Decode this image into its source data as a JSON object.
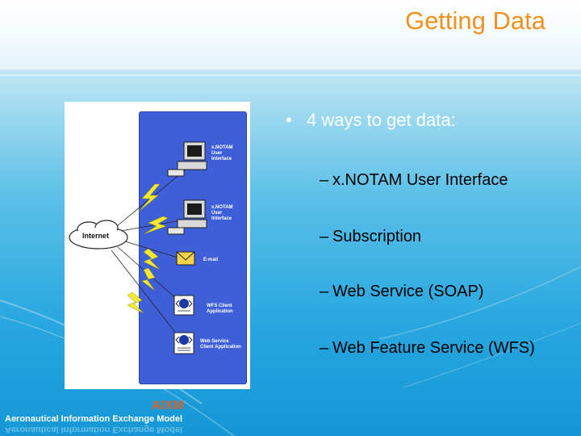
{
  "slide": {
    "title": "Getting Data",
    "bullet": "4 ways to get data:",
    "bullet_marker": "•",
    "sub_marker": "–",
    "sub_items": [
      "x.NOTAM User Interface",
      "Subscription",
      "Web Service (SOAP)",
      "Web Feature Service (WFS)"
    ]
  },
  "diagram": {
    "cloud_label": "Internet",
    "labels": [
      "x.NOTAM\nUser\nInterface",
      "x.NOTAM\nUser\nInterface",
      "E-mail",
      "WFS Client\nApplication",
      "Web Service\nClient Application"
    ],
    "icons": [
      "computer-icon",
      "computer-icon",
      "email-icon",
      "wfs-client-icon",
      "web-service-client-icon"
    ],
    "panel_color": "#3f5fd8",
    "bolt_color": "#f3e830"
  },
  "footer": {
    "logo": "AIXM",
    "text": "Aeronautical Information Exchange Model"
  },
  "colors": {
    "title": "#f2901e",
    "bullet_text": "#ffffff",
    "sub_text": "#000000",
    "logo": "#d8632a"
  }
}
